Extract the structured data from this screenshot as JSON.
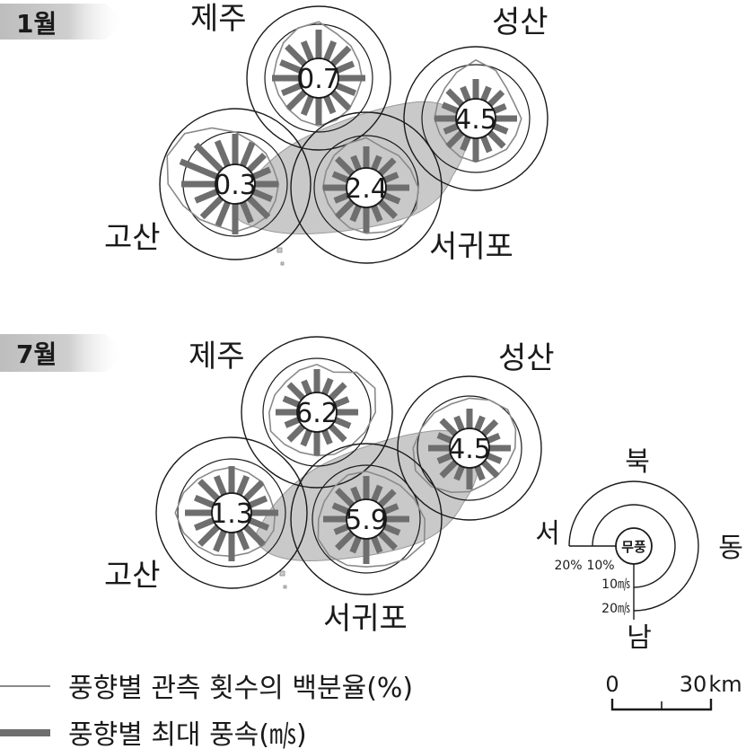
{
  "panels": [
    {
      "month_label": "1월",
      "stations": [
        {
          "name": "제주",
          "calm": "0.7"
        },
        {
          "name": "성산",
          "calm": "4.5"
        },
        {
          "name": "고산",
          "calm": "0.3"
        },
        {
          "name": "서귀포",
          "calm": "2.4"
        }
      ]
    },
    {
      "month_label": "7월",
      "stations": [
        {
          "name": "제주",
          "calm": "6.2"
        },
        {
          "name": "성산",
          "calm": "4.5"
        },
        {
          "name": "고산",
          "calm": "1.3"
        },
        {
          "name": "서귀포",
          "calm": "5.9"
        }
      ]
    }
  ],
  "key": {
    "north": "북",
    "south": "남",
    "east": "동",
    "west": "서",
    "calm": "무풍",
    "freq_ticks": [
      "20%",
      "10%"
    ],
    "speed_ticks": [
      "10㎧",
      "20㎧"
    ]
  },
  "legend": {
    "thin_line": "풍향별 관측 횟수의 백분율(%)",
    "thick_bar": "풍향별 최대 풍속(㎧)"
  },
  "scale": {
    "zero": "0",
    "max": "30",
    "unit": "km"
  },
  "colors": {
    "bar": "#6e6e6e",
    "freq_line": "#8a8a8a",
    "island": "#c9c9c9",
    "badge": "#c8c8c8",
    "ink": "#1a1a1a"
  }
}
